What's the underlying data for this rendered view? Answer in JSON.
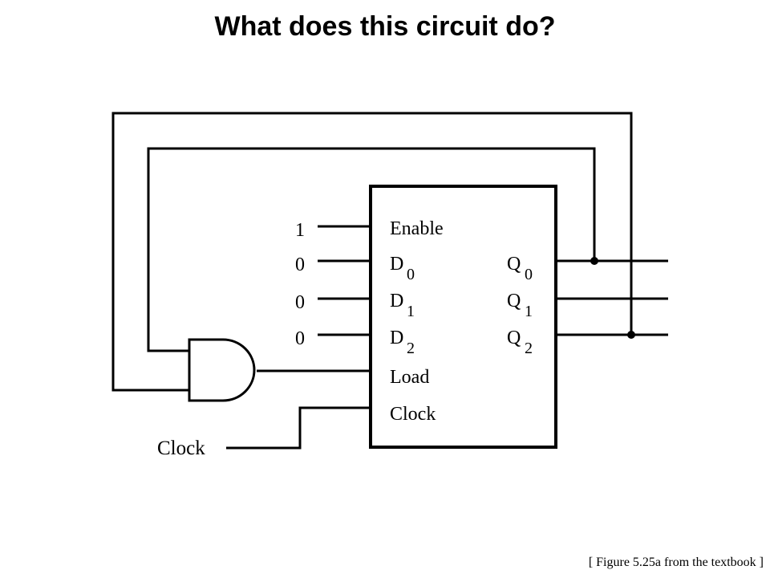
{
  "slide": {
    "title": "What does this circuit do?",
    "caption": "[ Figure 5.25a from the textbook ]"
  },
  "counter_block": {
    "pins_left": {
      "enable": "Enable",
      "d0": {
        "letter": "D",
        "sub": "0"
      },
      "d1": {
        "letter": "D",
        "sub": "1"
      },
      "d2": {
        "letter": "D",
        "sub": "2"
      },
      "load": "Load",
      "clock": "Clock"
    },
    "pins_right": {
      "q0": {
        "letter": "Q",
        "sub": "0"
      },
      "q1": {
        "letter": "Q",
        "sub": "1"
      },
      "q2": {
        "letter": "Q",
        "sub": "2"
      }
    }
  },
  "inputs": {
    "enable_value": "1",
    "d0_value": "0",
    "d1_value": "0",
    "d2_value": "0",
    "clock_label": "Clock"
  }
}
